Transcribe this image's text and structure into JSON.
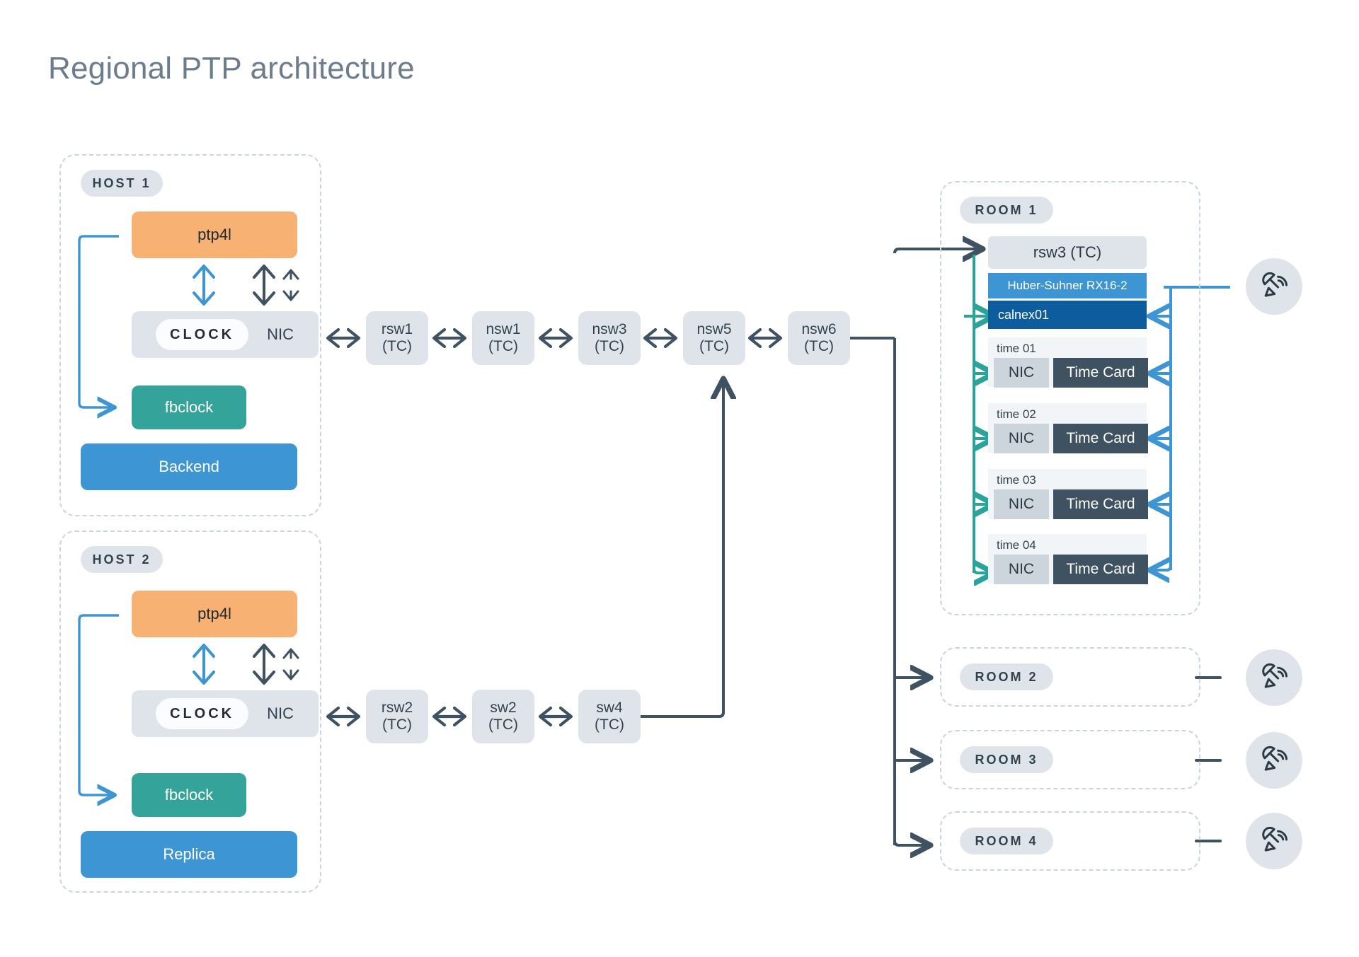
{
  "title": "Regional PTP architecture",
  "hosts": [
    {
      "badge": "HOST 1",
      "ptp4l": "ptp4l",
      "clock": "CLOCK",
      "nic": "NIC",
      "fbclock": "fbclock",
      "role": "Backend"
    },
    {
      "badge": "HOST 2",
      "ptp4l": "ptp4l",
      "clock": "CLOCK",
      "nic": "NIC",
      "fbclock": "fbclock",
      "role": "Replica"
    }
  ],
  "chain_top": [
    {
      "name": "rsw1",
      "kind": "(TC)"
    },
    {
      "name": "nsw1",
      "kind": "(TC)"
    },
    {
      "name": "nsw3",
      "kind": "(TC)"
    },
    {
      "name": "nsw5",
      "kind": "(TC)"
    },
    {
      "name": "nsw6",
      "kind": "(TC)"
    }
  ],
  "chain_bottom": [
    {
      "name": "rsw2",
      "kind": "(TC)"
    },
    {
      "name": "sw2",
      "kind": "(TC)"
    },
    {
      "name": "sw4",
      "kind": "(TC)"
    }
  ],
  "room1": {
    "badge": "ROOM 1",
    "rsw3": "rsw3 (TC)",
    "splitter": "Huber-Suhner RX16-2",
    "calnex": "calnex01",
    "timeservers": [
      {
        "label": "time 01",
        "nic": "NIC",
        "card": "Time Card"
      },
      {
        "label": "time 02",
        "nic": "NIC",
        "card": "Time Card"
      },
      {
        "label": "time 03",
        "nic": "NIC",
        "card": "Time Card"
      },
      {
        "label": "time 04",
        "nic": "NIC",
        "card": "Time Card"
      }
    ]
  },
  "other_rooms": [
    {
      "badge": "ROOM 2"
    },
    {
      "badge": "ROOM 3"
    },
    {
      "badge": "ROOM 4"
    }
  ],
  "icons": {
    "satellite": "satellite-dish-icon"
  },
  "colors": {
    "orange": "#f7b173",
    "teal": "#34a39a",
    "blue": "#3d96d3",
    "deep_blue": "#0d5d9e",
    "slate": "#3f5261",
    "grey": "#dfe4ea",
    "panel_border": "#ccd4dc",
    "title": "#6b7c8c"
  }
}
